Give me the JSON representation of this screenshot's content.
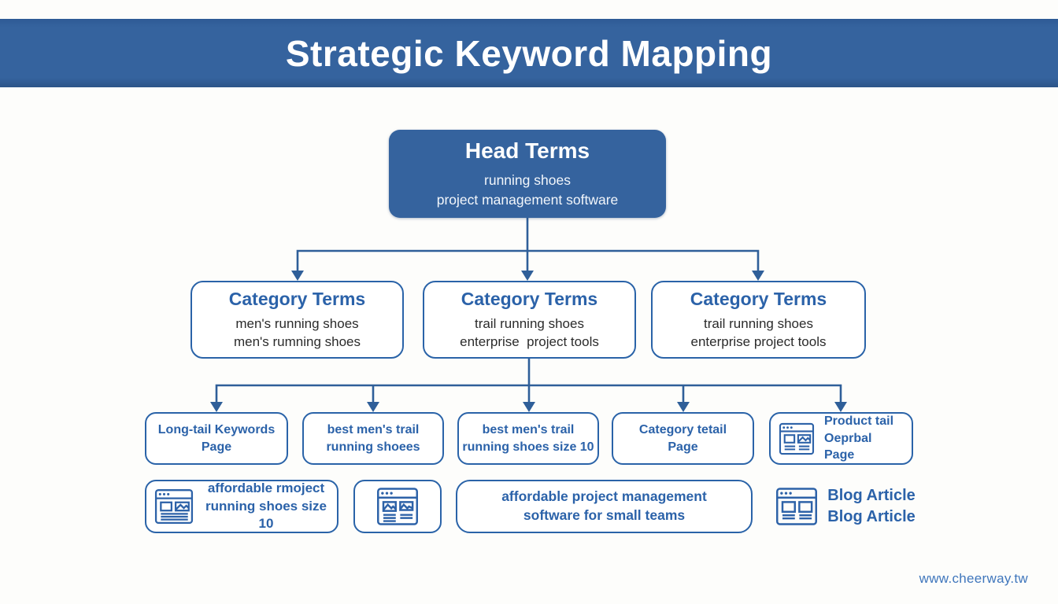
{
  "banner": {
    "title": "Strategic Keyword Mapping"
  },
  "watermark": "www.cheerway.tw",
  "colors": {
    "banner_blue": "#35639e",
    "box_fill_blue": "#35639e",
    "outline_blue": "#2a63a8",
    "heading_blue": "#2b62a9",
    "connector_blue": "#2f5f99",
    "body_text": "#2b2b2b"
  },
  "diagram": {
    "head": {
      "title": "Head Terms",
      "line1": "running shoes",
      "line2": "project management software"
    },
    "categories": [
      {
        "title": "Category Terms",
        "line1": "men's running shoes",
        "line2": "men's rumning shoes"
      },
      {
        "title": "Category Terms",
        "line1": "trail running shoes",
        "line2": "enterprise  project tools"
      },
      {
        "title": "Category Terms",
        "line1": "trail running shoes",
        "line2": "enterprise project tools"
      }
    ],
    "row3": [
      {
        "line1": "Long-tail Keywords",
        "line2": "Page"
      },
      {
        "line1": "best men's trail",
        "line2": "running shoees"
      },
      {
        "line1": "best men's trail",
        "line2": "running shoes size 10"
      },
      {
        "line1": "Category tetail",
        "line2": "Page"
      },
      {
        "icon": "webpage-icon",
        "line1": "Product tail",
        "line2": "Oeprbal Page"
      }
    ],
    "row4": [
      {
        "icon": "webpage-icon",
        "line1": "affordable rmoject",
        "line2": "running shoes size 10"
      },
      {
        "icon": "webpage-images-icon"
      },
      {
        "line1": "affordable project management",
        "line2": "software for small teams"
      },
      {
        "icon": "blog-page-icon",
        "line1": "Blog Article",
        "line2": "Blog Article"
      }
    ]
  }
}
